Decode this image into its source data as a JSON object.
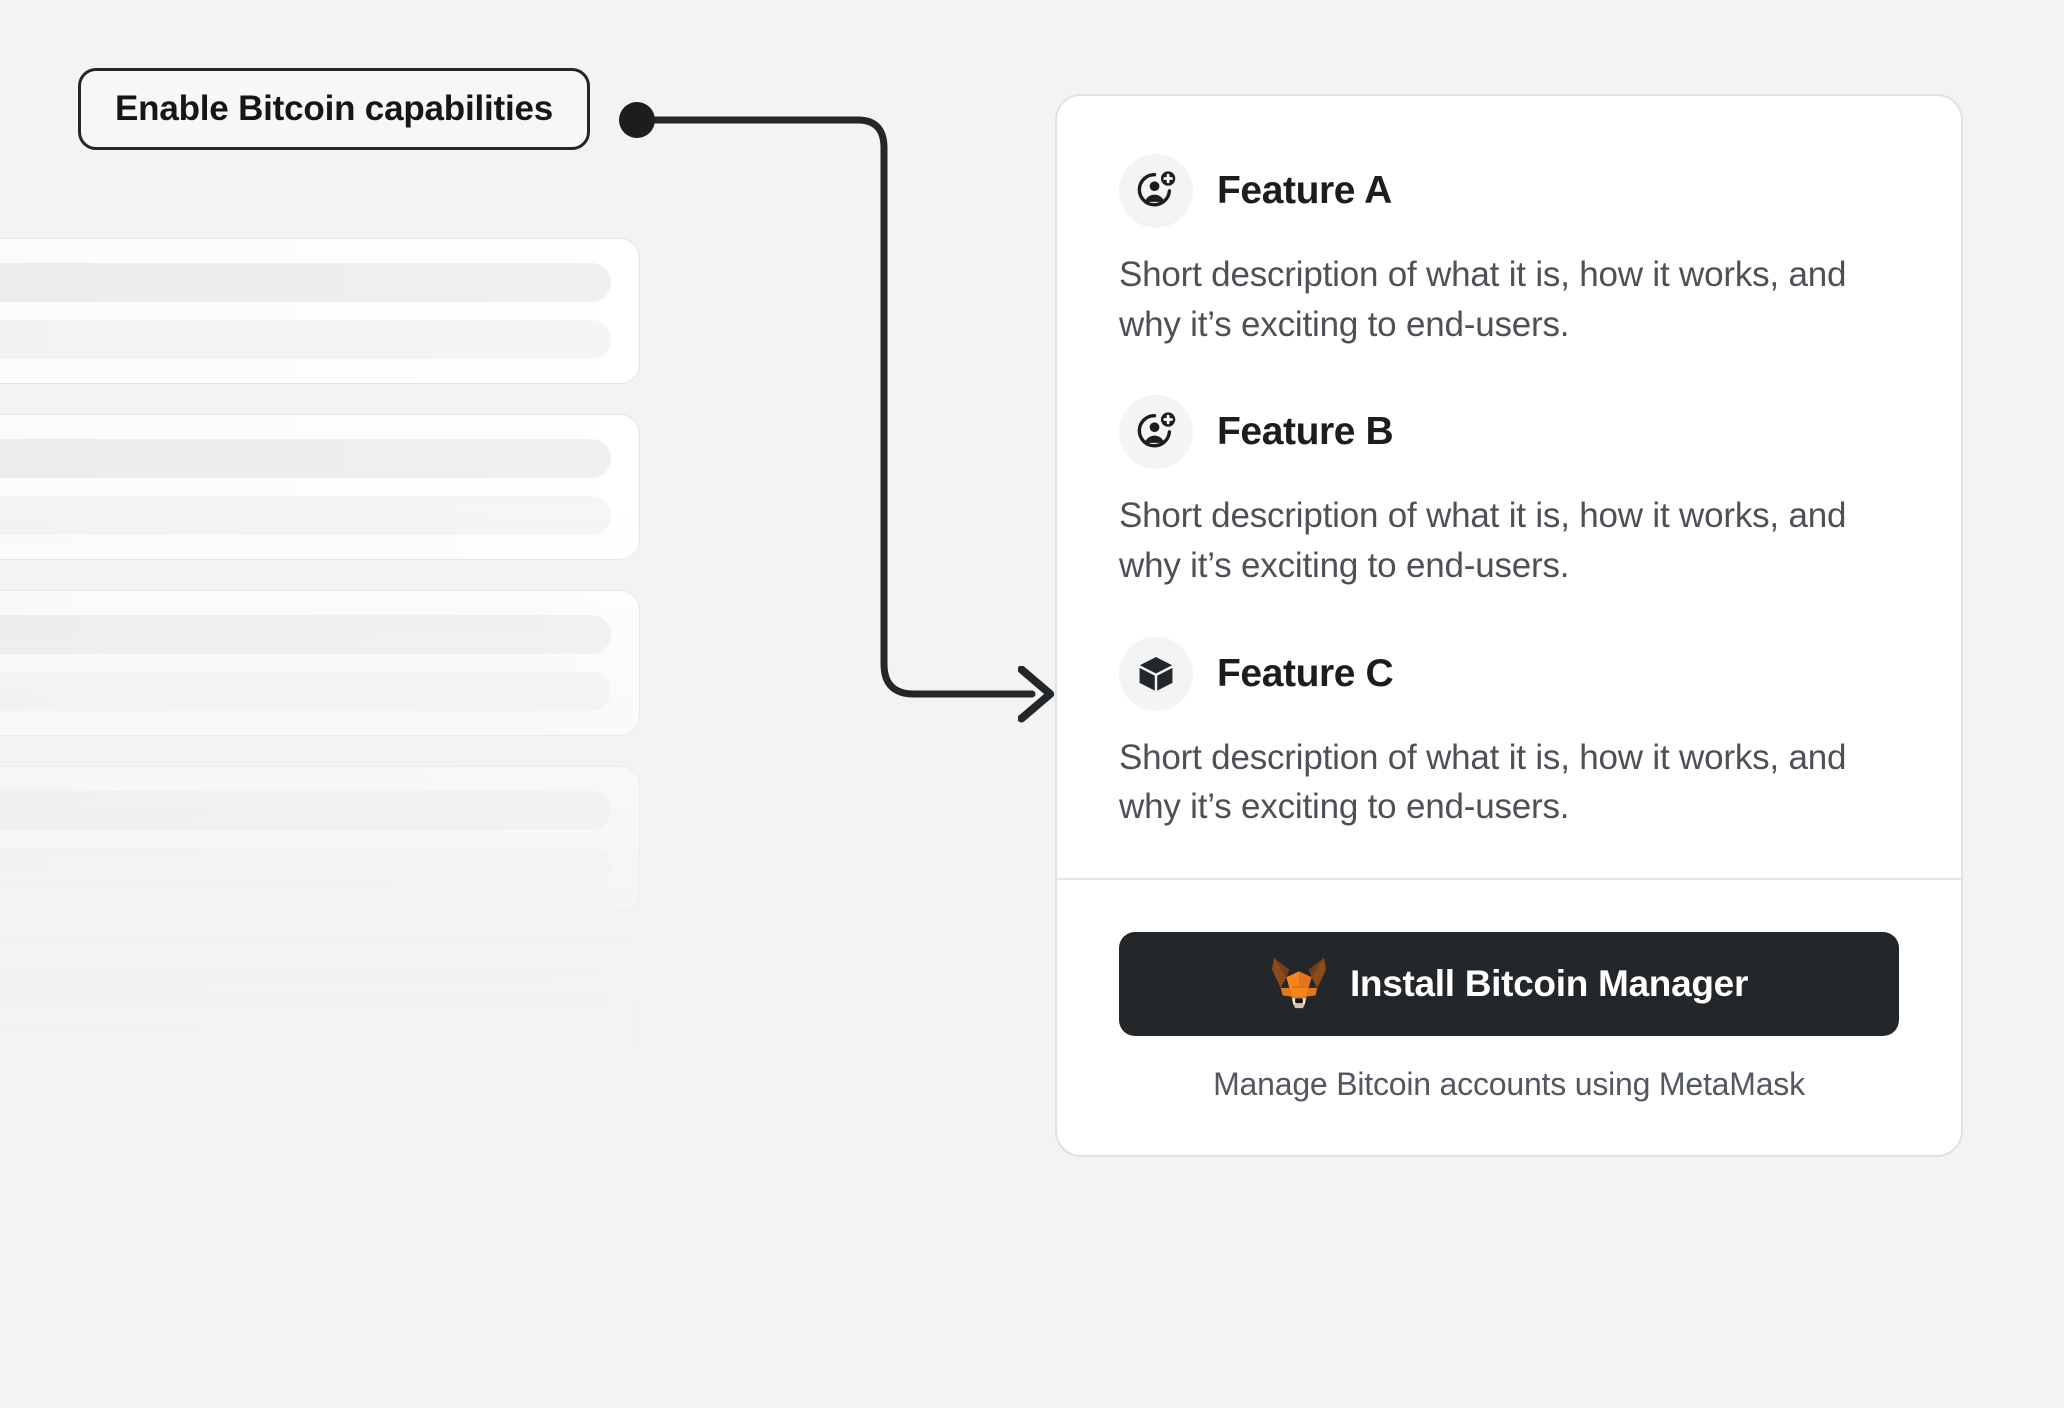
{
  "callout": {
    "label": "Enable Bitcoin capabilities",
    "dot_color": "#1b1d1f",
    "line_color": "#24272a"
  },
  "background_color": "#f3f3f3",
  "skeleton": {
    "card_count": 5,
    "cards": [
      {
        "bars": 2
      },
      {
        "bars": 2
      },
      {
        "bars": 2
      },
      {
        "bars": 2
      },
      {
        "bars": 2
      }
    ]
  },
  "feature_card": {
    "background_color": "#ffffff",
    "border_color": "#dfe2e5",
    "features": [
      {
        "icon": "user-plus-icon",
        "title": "Feature A",
        "description": "Short description of what it is, how it works, and why it’s exciting to end-users."
      },
      {
        "icon": "user-plus-icon",
        "title": "Feature B",
        "description": "Short description of what it is, how it works, and why it’s exciting to end-users."
      },
      {
        "icon": "cube-icon",
        "title": "Feature C",
        "description": "Short description of what it is, how it works, and why it’s exciting to end-users."
      }
    ],
    "footer": {
      "install_button": {
        "icon": "metamask-fox-icon",
        "label": "Install Bitcoin Manager",
        "background_color": "#24272a",
        "text_color": "#ffffff"
      },
      "note": "Manage Bitcoin accounts using MetaMask"
    }
  }
}
